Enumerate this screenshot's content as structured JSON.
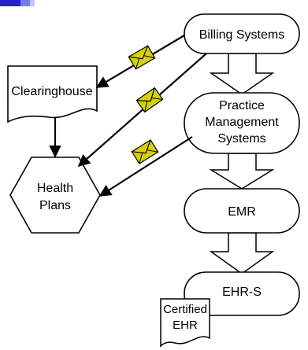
{
  "nodes": {
    "billing": "Billing Systems",
    "clearinghouse": "Clearinghouse",
    "pms_line1": "Practice",
    "pms_line2": "Management",
    "pms_line3": "Systems",
    "health_line1": "Health",
    "health_line2": "Plans",
    "emr": "EMR",
    "ehrs": "EHR-S",
    "cert_line1": "Certified",
    "cert_line2": "EHR"
  },
  "colors": {
    "envelope_fill": "#d6d200",
    "slide_accent": "#2323c8",
    "stroke": "#000000"
  }
}
